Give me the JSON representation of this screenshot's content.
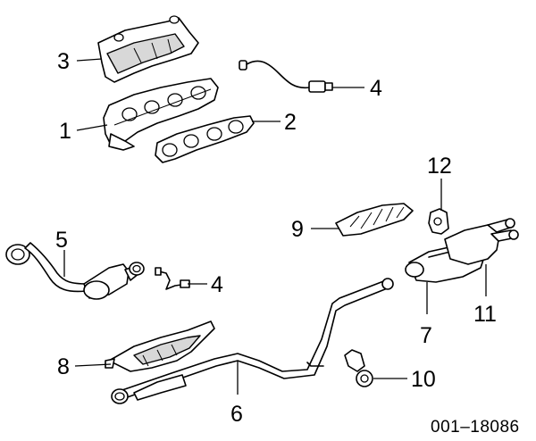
{
  "diagram": {
    "reference_code": "001–18086",
    "callouts": {
      "exhaust_manifold_heat_shield": "3",
      "exhaust_manifold": "1",
      "manifold_gasket": "2",
      "oxygen_sensor_upper": "4",
      "front_pipe": "5",
      "oxygen_sensor_lower": "4",
      "catalytic_converter_heat_shield": "8",
      "intermediate_pipe": "6",
      "muffler_heat_shield": "9",
      "hanger_insulator": "12",
      "muffler": "7",
      "tailpipe_tips": "11",
      "hanger_bracket": "10"
    }
  }
}
